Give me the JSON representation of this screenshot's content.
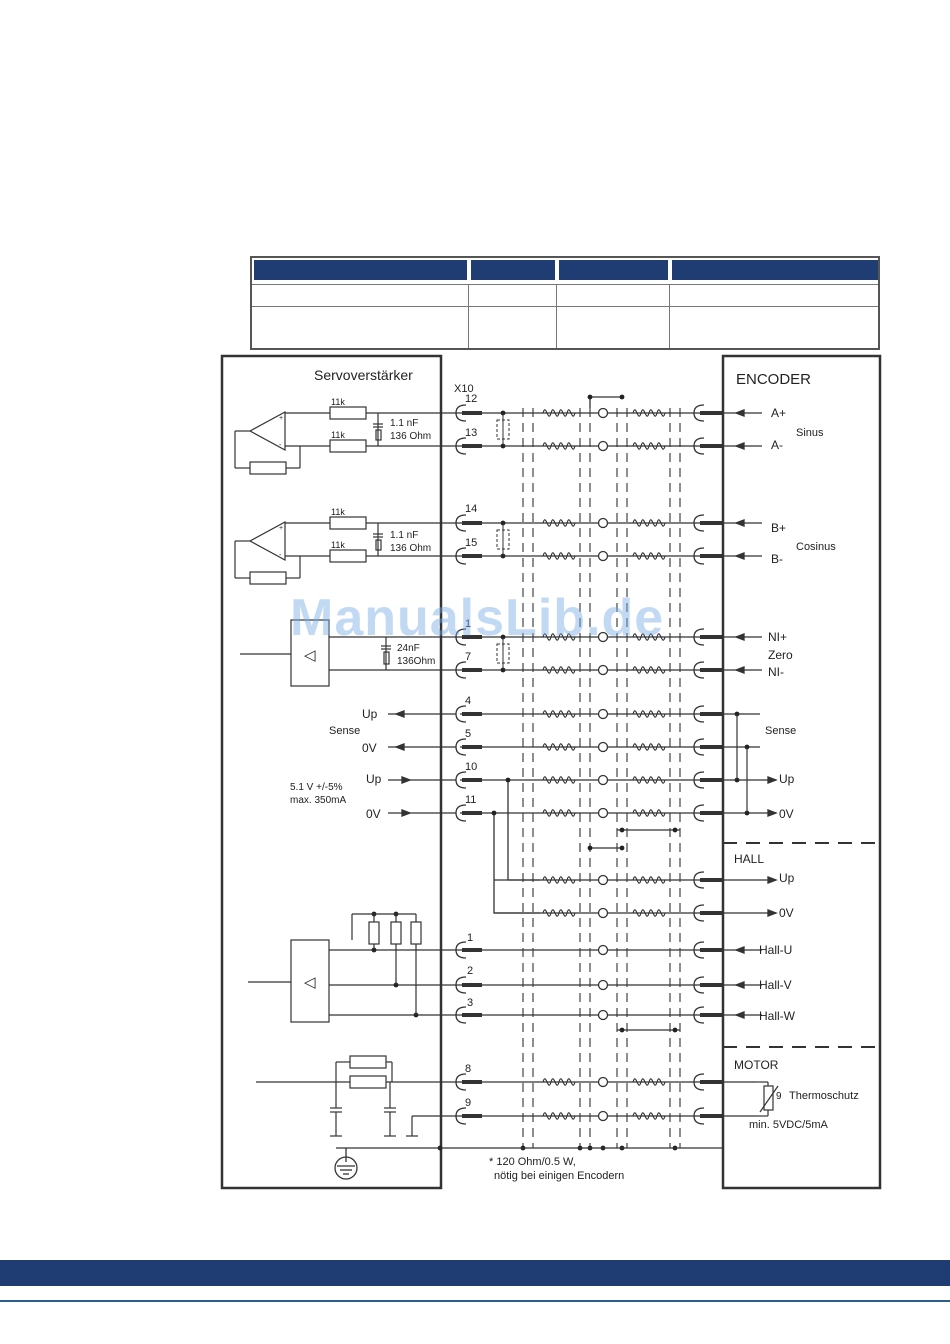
{
  "watermark": "ManualsLib.de",
  "diagram": {
    "servo_title": "Servoverstärker",
    "encoder_title": "ENCODER",
    "connector": "X10",
    "resistor_11k": "11k",
    "cap_1_1nF": "1.1 nF",
    "r_136": "136 Ohm",
    "cap_24nF": "24nF",
    "r_136b": "136Ohm",
    "star": "*",
    "tri": "◁",
    "pins": [
      "12",
      "13",
      "14",
      "15",
      "1",
      "7",
      "4",
      "5",
      "10",
      "11",
      "1",
      "2",
      "3",
      "8",
      "9"
    ],
    "left_up": "Up",
    "left_sense": "Sense",
    "left_0v": "0V",
    "supply_1": "5.1 V +/-5%",
    "supply_2": "max. 350mA",
    "sig_a_plus": "A+",
    "sig_a_minus": "A-",
    "sinus": "Sinus",
    "sig_b_plus": "B+",
    "sig_b_minus": "B-",
    "cosinus": "Cosinus",
    "sig_ni_plus": "NI+",
    "zero": "Zero",
    "sig_ni_minus": "NI-",
    "right_sense": "Sense",
    "right_up": "Up",
    "right_0v": "0V",
    "hall_title": "HALL",
    "hall_up": "Up",
    "hall_0v": "0V",
    "hall_u": "Hall-U",
    "hall_v": "Hall-V",
    "hall_w": "Hall-W",
    "motor_title": "MOTOR",
    "motor_pin": "9",
    "thermo": "Thermoschutz",
    "min_spec": "min. 5VDC/5mA",
    "note_1": "* 120 Ohm/0.5 W,",
    "note_2": "nötig bei einigen Encodern"
  }
}
